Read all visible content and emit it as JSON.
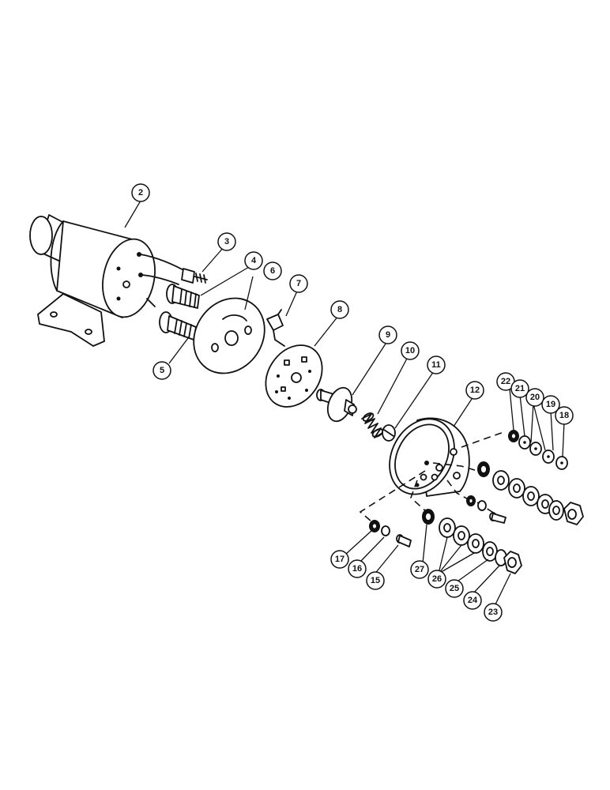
{
  "callouts": {
    "c2": "2",
    "c3": "3",
    "c4": "4",
    "c5": "5",
    "c6": "6",
    "c7": "7",
    "c8": "8",
    "c9": "9",
    "c10": "10",
    "c11": "11",
    "c12": "12",
    "c15": "15",
    "c16": "16",
    "c17": "17",
    "c18": "18",
    "c19": "19",
    "c20": "20",
    "c21": "21",
    "c22": "22",
    "c23": "23",
    "c24": "24",
    "c25": "25",
    "c26": "26",
    "c27": "27"
  }
}
